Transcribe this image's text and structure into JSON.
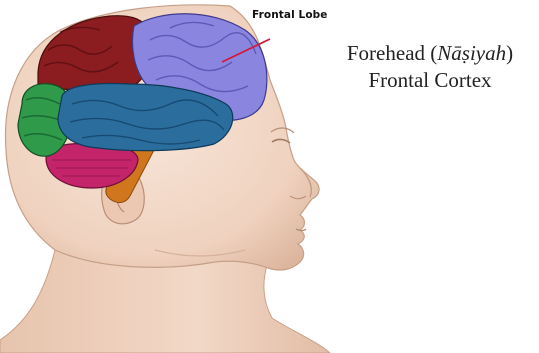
{
  "diagram": {
    "callout": {
      "label": "Frontal Lobe"
    },
    "caption": {
      "line1_before": "Forehead (",
      "line1_italic": "Nāṣiyah",
      "line1_after": ")",
      "line2": "Frontal Cortex"
    }
  },
  "colors": {
    "skin": "#f1d6c4",
    "frontal_lobe": "#8a86e0",
    "parietal_lobe": "#8b1c1f",
    "occipital_lobe": "#2e9a4a",
    "temporal_lobe": "#2b6e9e",
    "cerebellum": "#c3246a",
    "brain_stem": "#d0761c",
    "callout_line": "#d01a3a"
  }
}
